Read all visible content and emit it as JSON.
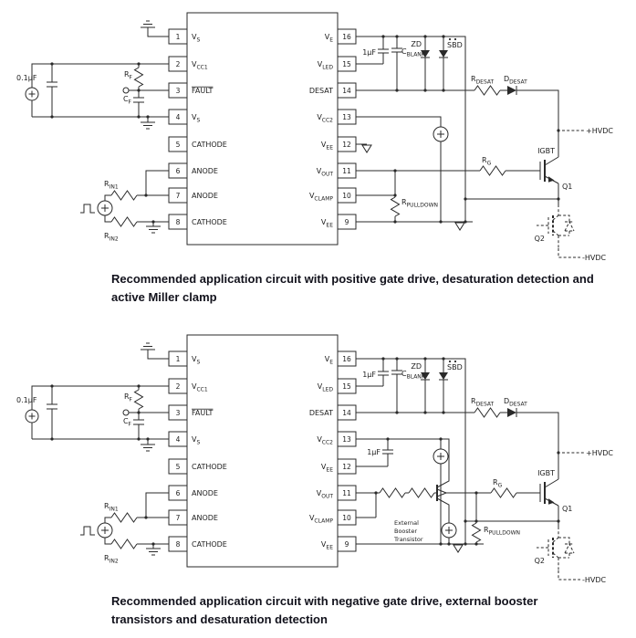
{
  "ic": {
    "pins_left": [
      {
        "num": "1",
        "base": "V",
        "sub": "S"
      },
      {
        "num": "2",
        "base": "V",
        "sub": "CC1"
      },
      {
        "num": "3",
        "base": "FAULT",
        "sub": "",
        "overline": true
      },
      {
        "num": "4",
        "base": "V",
        "sub": "S"
      },
      {
        "num": "5",
        "base": "CATHODE",
        "sub": ""
      },
      {
        "num": "6",
        "base": "ANODE",
        "sub": ""
      },
      {
        "num": "7",
        "base": "ANODE",
        "sub": ""
      },
      {
        "num": "8",
        "base": "CATHODE",
        "sub": ""
      }
    ],
    "pins_right": [
      {
        "num": "16",
        "base": "V",
        "sub": "E"
      },
      {
        "num": "15",
        "base": "V",
        "sub": "LED"
      },
      {
        "num": "14",
        "base": "DESAT",
        "sub": ""
      },
      {
        "num": "13",
        "base": "V",
        "sub": "CC2"
      },
      {
        "num": "12",
        "base": "V",
        "sub": "EE"
      },
      {
        "num": "11",
        "base": "V",
        "sub": "OUT"
      },
      {
        "num": "10",
        "base": "V",
        "sub": "CLAMP"
      },
      {
        "num": "9",
        "base": "V",
        "sub": "EE"
      }
    ]
  },
  "circuit1": {
    "caption": "Recommended application circuit with positive gate drive, desaturation detection and active Miller clamp",
    "labels": {
      "cap_01uf": "0.1µF",
      "rf_base": "R",
      "rf_sub": "F",
      "cf_base": "C",
      "cf_sub": "F",
      "rin1_base": "R",
      "rin1_sub": "IN1",
      "rin2_base": "R",
      "rin2_sub": "IN2",
      "cap_1uf": "1µF",
      "cblank_base": "C",
      "cblank_sub": "BLANK",
      "zd": "ZD",
      "sbd": "SBD",
      "rdesat_base": "R",
      "rdesat_sub": "DESAT",
      "ddesat_base": "D",
      "ddesat_sub": "DESAT",
      "rg_base": "R",
      "rg_sub": "G",
      "rpulldown_base": "R",
      "rpulldown_sub": "PULLDOWN",
      "igbt": "IGBT",
      "q1": "Q1",
      "q2": "Q2",
      "hvdc_pos": "+HVDC",
      "hvdc_neg": "-HVDC"
    }
  },
  "circuit2": {
    "caption": "Recommended application circuit with negative gate drive, external booster transistors and desaturation detection",
    "labels": {
      "cap_01uf": "0.1µF",
      "rf_base": "R",
      "rf_sub": "F",
      "cf_base": "C",
      "cf_sub": "F",
      "rin1_base": "R",
      "rin1_sub": "IN1",
      "rin2_base": "R",
      "rin2_sub": "IN2",
      "cap_1uf": "1µF",
      "cap_1uf_2": "1µF",
      "cblank_base": "C",
      "cblank_sub": "BLANK",
      "zd": "ZD",
      "sbd": "SBD",
      "rdesat_base": "R",
      "rdesat_sub": "DESAT",
      "ddesat_base": "D",
      "ddesat_sub": "DESAT",
      "rg_base": "R",
      "rg_sub": "G",
      "rpulldown_base": "R",
      "rpulldown_sub": "PULLDOWN",
      "booster_line1": "External",
      "booster_line2": "Booster",
      "booster_line3": "Transistor",
      "igbt": "IGBT",
      "q1": "Q1",
      "q2": "Q2",
      "hvdc_pos": "+HVDC",
      "hvdc_neg": "-HVDC"
    }
  }
}
